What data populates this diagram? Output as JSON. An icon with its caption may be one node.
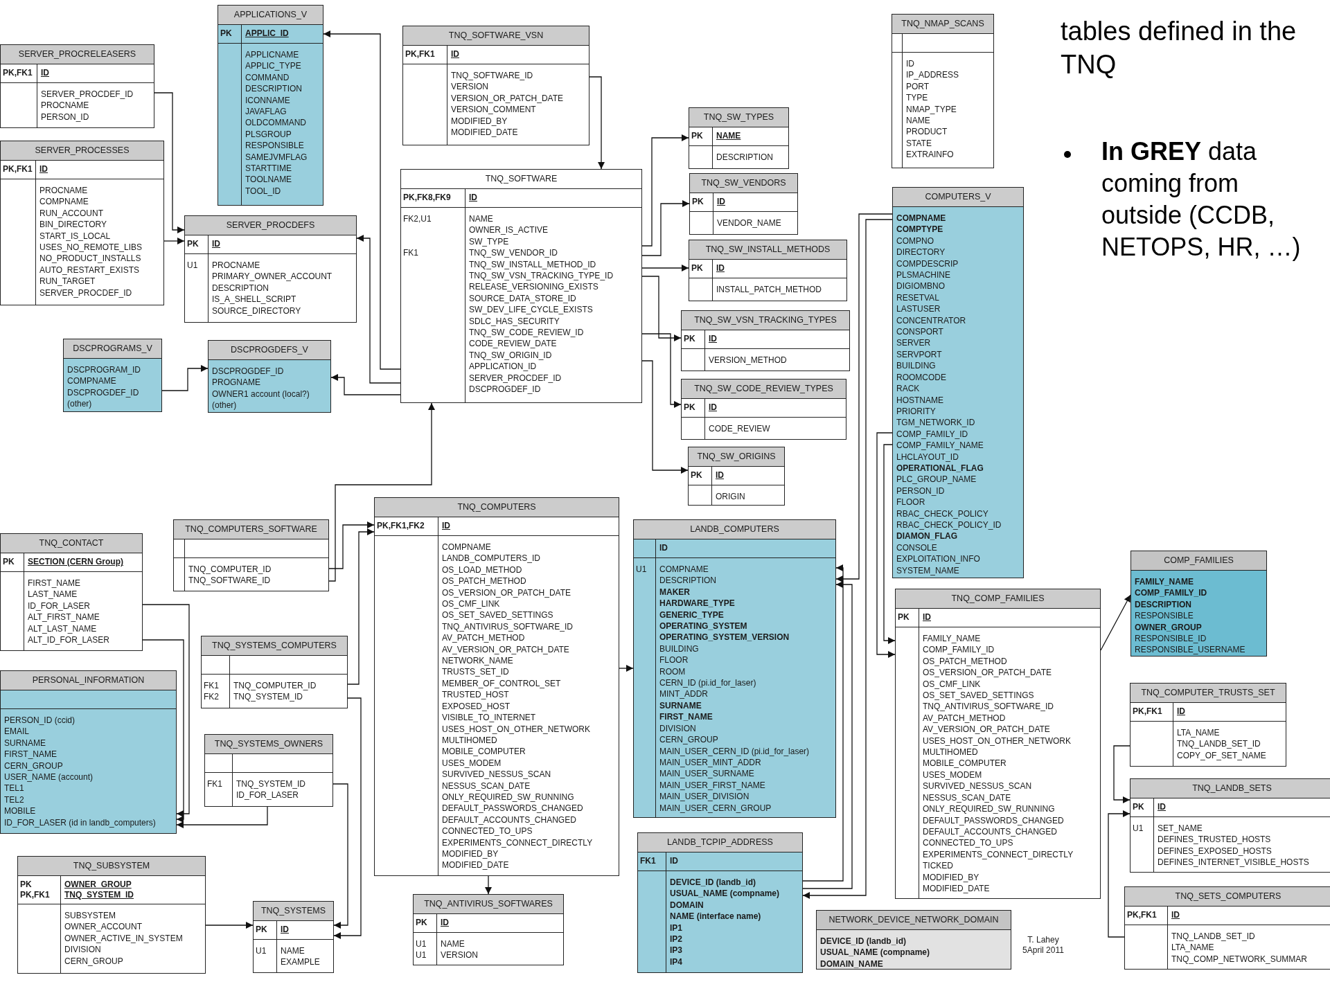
{
  "diagram": {
    "title": "tables defined in the TNQ",
    "nodes": [
      {
        "text": [
          "APPLICATIONS_V"
        ]
      },
      {
        "text": [
          "PK",
          "APPLIC_ID"
        ],
        "in": 0
      },
      {
        "text": [
          "APPLICNAME",
          "APPLIC_TYPE",
          "COMMAND",
          "DESCRIPTION",
          "ICONNAME",
          "JAVAFLAG",
          "OLDCOMMAND",
          "PLSGROUP",
          "RESPONSIBLE",
          "SAMEJVMFLAG",
          "STARTTIME",
          "TOOLNAME",
          "TOOL_ID"
        ],
        "in": 0
      },
      {
        "text": [
          "SERVER_PROCRELEASERS"
        ]
      },
      {
        "text": [
          "PK,FK1",
          "ID"
        ],
        "in": 3
      },
      {
        "text": [
          "SERVER_PROCDEF_ID",
          "PROCNAME",
          "PERSON_ID"
        ],
        "in": 3
      },
      {
        "text": [
          "SERVER_PROCESSES"
        ]
      },
      {
        "text": [
          "PK,FK1",
          "ID"
        ],
        "in": 6
      },
      {
        "text": [
          "PROCNAME",
          "COMPNAME",
          "RUN_ACCOUNT",
          "BIN_DIRECTORY",
          "START_IS_LOCAL",
          "USES_NO_REMOTE_LIBS",
          "NO_PRODUCT_INSTALLS",
          "AUTO_RESTART_EXISTS",
          "RUN_TARGET",
          "SERVER_PROCDEF_ID"
        ],
        "in": 6
      },
      {
        "text": [
          "SERVER_PROCDEFS"
        ]
      },
      {
        "text": [
          "PK",
          "ID"
        ],
        "in": 9
      },
      {
        "text": [
          "U1",
          "PROCNAME",
          "PRIMARY_OWNER_ACCOUNT",
          "DESCRIPTION",
          "IS_A_SHELL_SCRIPT",
          "SOURCE_DIRECTORY"
        ],
        "in": 9
      },
      {
        "text": [
          "DSCPROGRAMS_V"
        ]
      },
      {
        "text": [
          "DSCPROGRAM_ID",
          "COMPNAME",
          "DSCPROGDEF_ID",
          "(other)"
        ],
        "in": 12
      },
      {
        "text": [
          "DSCPROGDEFS_V"
        ]
      },
      {
        "text": [
          "DSCPROGDEF_ID",
          "PROGNAME",
          "OWNER1 account (local?)",
          "(other)"
        ],
        "in": 14
      },
      {
        "text": [
          "TNQ_SOFTWARE_VSN"
        ]
      },
      {
        "text": [
          "PK,FK1",
          "ID"
        ],
        "in": 16
      },
      {
        "text": [
          "TNQ_SOFTWARE_ID",
          "VERSION",
          "VERSION_OR_PATCH_DATE",
          "VERSION_COMMENT",
          "MODIFIED_BY",
          "MODIFIED_DATE"
        ],
        "in": 16
      },
      {
        "text": [
          "TNQ_SOFTWARE"
        ]
      },
      {
        "text": [
          "PK,FK8,FK9",
          "ID"
        ],
        "in": 19
      },
      {
        "text": [
          "FK2,U1",
          "FK1",
          "NAME",
          "OWNER_IS_ACTIVE",
          "SW_TYPE",
          "TNQ_SW_VENDOR_ID",
          "TNQ_SW_INSTALL_METHOD_ID",
          "TNQ_SW_VSN_TRACKING_TYPE_ID",
          "RELEASE_VERSIONING_EXISTS",
          "SOURCE_DATA_STORE_ID",
          "SW_DEV_LIFE_CYCLE_EXISTS",
          "SDLC_HAS_SECURITY",
          "TNQ_SW_CODE_REVIEW_ID",
          "CODE_REVIEW_DATE",
          "TNQ_SW_ORIGIN_ID",
          "APPLICATION_ID",
          "SERVER_PROCDEF_ID",
          "DSCPROGDEF_ID"
        ],
        "in": 19
      },
      {
        "text": [
          "TNQ_SW_TYPES"
        ]
      },
      {
        "text": [
          "PK",
          "NAME"
        ],
        "in": 22
      },
      {
        "text": [
          "DESCRIPTION"
        ],
        "in": 22
      },
      {
        "text": [
          "TNQ_SW_VENDORS"
        ]
      },
      {
        "text": [
          "PK",
          "ID"
        ],
        "in": 25
      },
      {
        "text": [
          "VENDOR_NAME"
        ],
        "in": 25
      },
      {
        "text": [
          "TNQ_SW_INSTALL_METHODS"
        ]
      },
      {
        "text": [
          "PK",
          "ID"
        ],
        "in": 28
      },
      {
        "text": [
          "INSTALL_PATCH_METHOD"
        ],
        "in": 28
      },
      {
        "text": [
          "TNQ_SW_VSN_TRACKING_TYPES"
        ]
      },
      {
        "text": [
          "PK",
          "ID"
        ],
        "in": 31
      },
      {
        "text": [
          "VERSION_METHOD"
        ],
        "in": 31
      },
      {
        "text": [
          "TNQ_SW_CODE_REVIEW_TYPES"
        ]
      },
      {
        "text": [
          "PK",
          "ID"
        ],
        "in": 34
      },
      {
        "text": [
          "CODE_REVIEW"
        ],
        "in": 34
      },
      {
        "text": [
          "TNQ_SW_ORIGINS"
        ]
      },
      {
        "text": [
          "PK",
          "ID"
        ],
        "in": 37
      },
      {
        "text": [
          "ORIGIN"
        ],
        "in": 37
      },
      {
        "text": [
          "TNQ_NMAP_SCANS"
        ]
      },
      {
        "text": [],
        "shape": "box",
        "in": 40
      },
      {
        "text": [
          "ID",
          "IP_ADDRESS",
          "PORT",
          "TYPE",
          "NMAP_TYPE",
          "NAME",
          "PRODUCT",
          "STATE",
          "EXTRAINFO"
        ],
        "in": 40
      },
      {
        "text": [
          "COMPUTERS_V"
        ]
      },
      {
        "text": [
          "**COMPNAME**",
          "**COMPTYPE**",
          "COMPNO",
          "DIRECTORY",
          "COMPDESCRIP",
          "PLSMACHINE",
          "DIGIOMBNO",
          "RESETVAL",
          "LASTUSER",
          "CONCENTRATOR",
          "CONSPORT",
          "SERVER",
          "SERVPORT",
          "BUILDING",
          "ROOMCODE",
          "RACK",
          "HOSTNAME",
          "PRIORITY",
          "TGM_NETWORK_ID",
          "COMP_FAMILY_ID",
          "COMP_FAMILY_NAME",
          "LHCLAYOUT_ID",
          "**OPERATIONAL_FLAG**",
          "PLC_GROUP_NAME",
          "PERSON_ID",
          "FLOOR",
          "RBAC_CHECK_POLICY",
          "RBAC_CHECK_POLICY_ID",
          "**DIAMON_FLAG**",
          "CONSOLE",
          "EXPLOITATION_INFO",
          "SYSTEM_NAME"
        ],
        "in": 43
      },
      {
        "text": [
          "TNQ_CONTACT"
        ]
      },
      {
        "text": [
          "PK",
          "SECTION (CERN Group)"
        ],
        "in": 45
      },
      {
        "text": [
          "FIRST_NAME",
          "LAST_NAME",
          "ID_FOR_LASER",
          "ALT_FIRST_NAME",
          "ALT_LAST_NAME",
          "ALT_ID_FOR_LASER"
        ],
        "in": 45
      },
      {
        "text": [
          "PERSONAL_INFORMATION"
        ]
      },
      {
        "text": [],
        "shape": "box",
        "in": 48
      },
      {
        "text": [
          "PERSON_ID (ccid)",
          "EMAIL",
          "SURNAME",
          "FIRST_NAME",
          "CERN_GROUP",
          "USER_NAME (account)",
          "TEL1",
          "TEL2",
          "MOBILE",
          "ID_FOR_LASER (id in landb_computers)"
        ],
        "in": 48
      },
      {
        "text": [
          "TNQ_COMPUTERS_SOFTWARE"
        ]
      },
      {
        "text": [],
        "shape": "box",
        "in": 51
      },
      {
        "text": [
          "TNQ_COMPUTER_ID",
          "TNQ_SOFTWARE_ID"
        ],
        "in": 51
      },
      {
        "text": [
          "TNQ_SYSTEMS_COMPUTERS"
        ]
      },
      {
        "text": [],
        "shape": "box",
        "in": 54
      },
      {
        "text": [
          "FK1",
          "FK2",
          "TNQ_COMPUTER_ID",
          "TNQ_SYSTEM_ID"
        ],
        "in": 54
      },
      {
        "text": [
          "TNQ_SYSTEMS_OWNERS"
        ]
      },
      {
        "text": [],
        "shape": "box",
        "in": 57
      },
      {
        "text": [
          "FK1",
          "TNQ_SYSTEM_ID",
          "ID_FOR_LASER"
        ],
        "in": 57
      },
      {
        "text": [
          "TNQ_SUBSYSTEM"
        ]
      },
      {
        "text": [
          "PK",
          "PK,FK1",
          "OWNER_GROUP",
          "TNQ_SYSTEM_ID"
        ],
        "in": 60
      },
      {
        "text": [
          "SUBSYSTEM",
          "OWNER_ACCOUNT",
          "OWNER_ACTIVE_IN_SYSTEM",
          "DIVISION",
          "CERN_GROUP"
        ],
        "in": 60
      },
      {
        "text": [
          "TNQ_SYSTEMS"
        ]
      },
      {
        "text": [
          "PK",
          "ID"
        ],
        "in": 63
      },
      {
        "text": [
          "U1",
          "NAME",
          "EXAMPLE"
        ],
        "in": 63
      },
      {
        "text": [
          "TNQ_COMPUTERS"
        ]
      },
      {
        "text": [
          "PK,FK1,FK2",
          "ID"
        ],
        "in": 66
      },
      {
        "text": [
          "COMPNAME",
          "LANDB_COMPUTERS_ID",
          "OS_LOAD_METHOD",
          "OS_PATCH_METHOD",
          "OS_VERSION_OR_PATCH_DATE",
          "OS_CMF_LINK",
          "OS_SET_SAVED_SETTINGS",
          "TNQ_ANTIVIRUS_SOFTWARE_ID",
          "AV_PATCH_METHOD",
          "AV_VERSION_OR_PATCH_DATE",
          "NETWORK_NAME",
          "TRUSTS_SET_ID",
          "MEMBER_OF_CONTROL_SET",
          "TRUSTED_HOST",
          "EXPOSED_HOST",
          "VISIBLE_TO_INTERNET",
          "USES_HOST_ON_OTHER_NETWORK",
          "MULTIHOMED",
          "MOBILE_COMPUTER",
          "USES_MODEM",
          "SURVIVED_NESSUS_SCAN",
          "NESSUS_SCAN_DATE",
          "ONLY_REQUIRED_SW_RUNNING",
          "DEFAULT_PASSWORDS_CHANGED",
          "DEFAULT_ACCOUNTS_CHANGED",
          "CONNECTED_TO_UPS",
          "EXPERIMENTS_CONNECT_DIRECTLY",
          "MODIFIED_BY",
          "MODIFIED_DATE"
        ],
        "in": 66
      },
      {
        "text": [
          "TNQ_ANTIVIRUS_SOFTWARES"
        ]
      },
      {
        "text": [
          "PK",
          "ID"
        ],
        "in": 69
      },
      {
        "text": [
          "U1",
          "U1",
          "NAME",
          "VERSION"
        ],
        "in": 69
      },
      {
        "text": [
          "LANDB_COMPUTERS"
        ]
      },
      {
        "text": [
          "ID"
        ],
        "in": 72
      },
      {
        "text": [
          "U1",
          "COMPNAME",
          "DESCRIPTION",
          "**MAKER**",
          "**HARDWARE_TYPE**",
          "**GENERIC_TYPE**",
          "**OPERATING_SYSTEM**",
          "**OPERATING_SYSTEM_VERSION**",
          "BUILDING",
          "FLOOR",
          "ROOM",
          "CERN_ID (pi.id_for_laser)",
          "MINT_ADDR",
          "**SURNAME**",
          "**FIRST_NAME**",
          "DIVISION",
          "CERN_GROUP",
          "MAIN_USER_CERN_ID (pi.id_for_laser)",
          "MAIN_USER_MINT_ADDR",
          "MAIN_USER_SURNAME",
          "MAIN_USER_FIRST_NAME",
          "MAIN_USER_DIVISION",
          "MAIN_USER_CERN_GROUP"
        ],
        "in": 72
      },
      {
        "text": [
          "LANDB_TCPIP_ADDRESS"
        ]
      },
      {
        "text": [
          "FK1",
          "ID"
        ],
        "in": 75
      },
      {
        "text": [
          "DEVICE_ID (landb_id)",
          "USUAL_NAME (compname)",
          "DOMAIN",
          "NAME (interface name)",
          "IP1",
          "IP2",
          "IP3",
          "IP4"
        ],
        "in": 75
      },
      {
        "text": [
          "NETWORK_DEVICE_NETWORK_DOMAIN"
        ]
      },
      {
        "text": [
          "DEVICE_ID (landb_id)",
          "USUAL_NAME (compname)",
          "DOMAIN_NAME"
        ],
        "in": 78
      },
      {
        "text": [
          "TNQ_COMP_FAMILIES"
        ]
      },
      {
        "text": [
          "PK",
          "ID"
        ],
        "in": 80
      },
      {
        "text": [
          "FAMILY_NAME",
          "COMP_FAMILY_ID",
          "OS_PATCH_METHOD",
          "OS_VERSION_OR_PATCH_DATE",
          "OS_CMF_LINK",
          "OS_SET_SAVED_SETTINGS",
          "TNQ_ANTIVIRUS_SOFTWARE_ID",
          "AV_PATCH_METHOD",
          "AV_VERSION_OR_PATCH_DATE",
          "USES_HOST_ON_OTHER_NETWORK",
          "MULTIHOMED",
          "MOBILE_COMPUTER",
          "USES_MODEM",
          "SURVIVED_NESSUS_SCAN",
          "NESSUS_SCAN_DATE",
          "ONLY_REQUIRED_SW_RUNNING",
          "DEFAULT_PASSWORDS_CHANGED",
          "DEFAULT_ACCOUNTS_CHANGED",
          "CONNECTED_TO_UPS",
          "EXPERIMENTS_CONNECT_DIRECTLY",
          "TICKED",
          "MODIFIED_BY",
          "MODIFIED_DATE"
        ],
        "in": 80
      },
      {
        "text": [
          "COMP_FAMILIES"
        ]
      },
      {
        "text": [
          "**FAMILY_NAME**",
          "**COMP_FAMILY_ID**",
          "**DESCRIPTION**",
          "RESPONSIBLE",
          "**OWNER_GROUP**",
          "RESPONSIBLE_ID",
          "RESPONSIBLE_USERNAME"
        ],
        "in": 83
      },
      {
        "text": [
          "TNQ_COMPUTER_TRUSTS_SET"
        ]
      },
      {
        "text": [
          "PK,FK1",
          "ID"
        ],
        "in": 85
      },
      {
        "text": [
          "LTA_NAME",
          "TNQ_LANDB_SET_ID",
          "COPY_OF_SET_NAME"
        ],
        "in": 85
      },
      {
        "text": [
          "TNQ_LANDB_SETS"
        ]
      },
      {
        "text": [
          "PK",
          "ID"
        ],
        "in": 88
      },
      {
        "text": [
          "U1",
          "SET_NAME",
          "DEFINES_TRUSTED_HOSTS",
          "DEFINES_EXPOSED_HOSTS",
          "DEFINES_INTERNET_VISIBLE_HOSTS"
        ],
        "in": 88
      },
      {
        "text": [
          "TNQ_SETS_COMPUTERS"
        ]
      },
      {
        "text": [
          "PK,FK1",
          "ID"
        ],
        "in": 91
      },
      {
        "text": [
          "TNQ_LANDB_SET_ID",
          "LTA_NAME",
          "TNQ_COMP_NETWORK_SUMMAR"
        ],
        "in": 91
      }
    ],
    "edges": [
      {
        "from": 3,
        "to": 9,
        "arrow": "to"
      },
      {
        "from": 6,
        "to": 9,
        "arrow": "to"
      },
      {
        "from": 19,
        "to": 0,
        "arrow": "to"
      },
      {
        "from": 19,
        "to": 9,
        "arrow": "to"
      },
      {
        "from": 19,
        "to": 14,
        "arrow": "to"
      },
      {
        "from": 12,
        "to": 14,
        "arrow": "to"
      },
      {
        "from": 16,
        "to": 19,
        "arrow": "to"
      },
      {
        "from": 19,
        "to": 22,
        "arrow": "to"
      },
      {
        "from": 19,
        "to": 25,
        "arrow": "to"
      },
      {
        "from": 19,
        "to": 28,
        "arrow": "to"
      },
      {
        "from": 19,
        "to": 31,
        "arrow": "to"
      },
      {
        "from": 19,
        "to": 34,
        "arrow": "to"
      },
      {
        "from": 19,
        "to": 37,
        "arrow": "to"
      },
      {
        "from": 51,
        "to": 19,
        "arrow": "to"
      },
      {
        "from": 51,
        "to": 66,
        "arrow": "to"
      },
      {
        "from": 54,
        "to": 66,
        "arrow": "to"
      },
      {
        "from": 54,
        "to": 63,
        "arrow": "to"
      },
      {
        "from": 57,
        "to": 63,
        "arrow": "to"
      },
      {
        "from": 57,
        "to": 48,
        "arrow": "to"
      },
      {
        "from": 45,
        "to": 48,
        "arrow": "to"
      },
      {
        "from": 45,
        "to": 48,
        "arrow": "to"
      },
      {
        "from": 60,
        "to": 63,
        "arrow": "to"
      },
      {
        "from": 66,
        "to": 69,
        "arrow": "to"
      },
      {
        "from": 66,
        "to": 72,
        "arrow": "to"
      },
      {
        "from": 75,
        "to": 72,
        "arrow": "to"
      },
      {
        "from": 43,
        "to": 72,
        "arrow": "to"
      },
      {
        "from": 75,
        "to": 72,
        "arrow": "to"
      },
      {
        "from": 43,
        "to": 75,
        "arrow": "to"
      },
      {
        "from": 43,
        "to": 80,
        "arrow": "to"
      },
      {
        "from": 43,
        "to": 80,
        "arrow": "to"
      },
      {
        "from": 80,
        "to": 83,
        "arrow": "to"
      },
      {
        "from": 85,
        "to": 88,
        "arrow": "to"
      },
      {
        "from": 91,
        "to": 88,
        "arrow": "to"
      }
    ],
    "labels": [
      "**In GREY** data coming from outside (CCDB, NETOPS, HR, …)",
      "T. Lahey 5April 2011"
    ]
  }
}
